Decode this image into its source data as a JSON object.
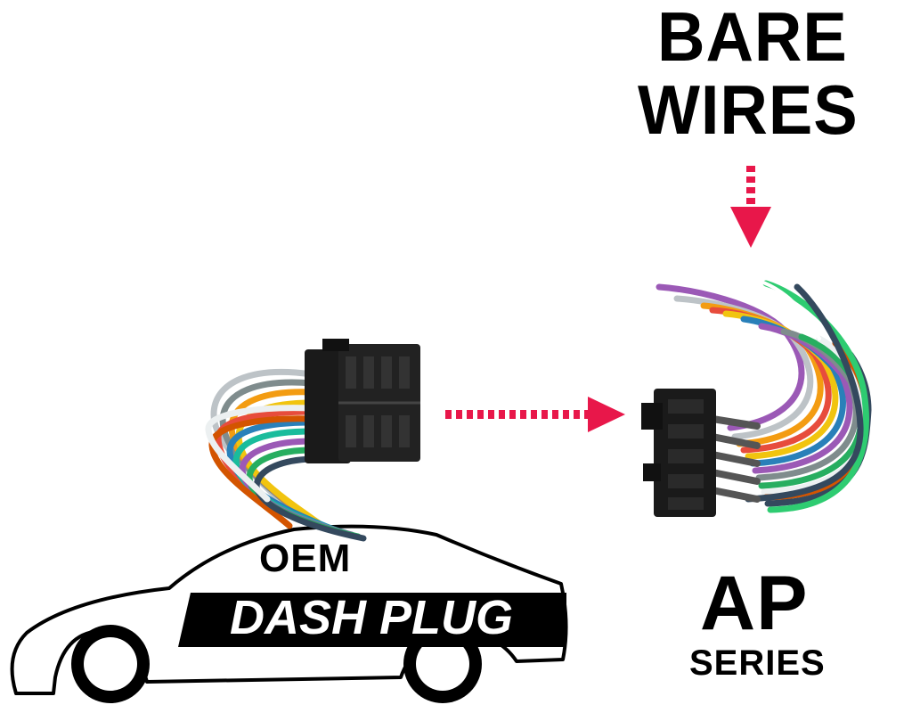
{
  "labels": {
    "bare_line1": "BARE",
    "bare_line2": "WIRES",
    "oem": "OEM",
    "dash_plug": "DASH PLUG",
    "ap": "AP",
    "series": "SERIES"
  },
  "colors": {
    "arrow": "#e8174a",
    "connector": "#1a1a1a",
    "wire_colors": [
      "#9b59b6",
      "#f39c12",
      "#f1c40f",
      "#e74c3c",
      "#2980b9",
      "#27ae60",
      "#7f8c8d",
      "#d35400",
      "#2ecc71",
      "#1abc9c",
      "#bdc3c7",
      "#34495e"
    ]
  },
  "icons": {
    "left_plug": "wiring-harness-connector-icon",
    "right_plug": "bare-wire-connector-icon",
    "car": "car-outline-icon",
    "arrow_right": "dotted-arrow-right-icon",
    "arrow_down": "dotted-arrow-down-icon"
  }
}
